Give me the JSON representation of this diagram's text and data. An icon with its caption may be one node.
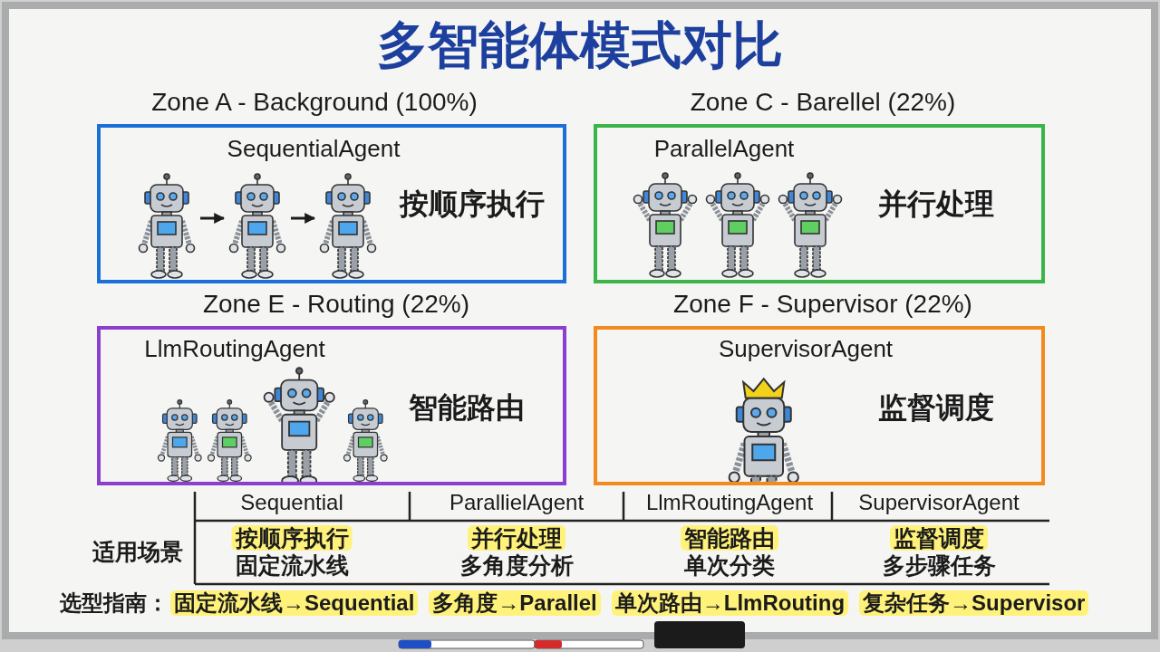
{
  "diagram": {
    "title": "多智能体模式对比",
    "nodes": [
      {
        "text": [
          "Zone A - Background (100%)",
          "SequentialAgent",
          "按顺序执行"
        ]
      },
      {
        "text": [],
        "shape": "picture",
        "in": 0
      },
      {
        "text": [],
        "shape": "picture",
        "in": 0
      },
      {
        "text": [],
        "shape": "picture",
        "in": 0
      },
      {
        "text": [
          "Zone C - Barellel (22%)",
          "ParallelAgent",
          "并行处理"
        ]
      },
      {
        "text": [
          "Zone E - Routing (22%)",
          "LlmRoutingAgent",
          "智能路由"
        ]
      },
      {
        "text": [
          "Zone F - Supervisor (22%)",
          "SupervisorAgent",
          "监督调度"
        ]
      }
    ],
    "edges": [
      {
        "from": 1,
        "to": 2,
        "arrow": "to"
      },
      {
        "from": 2,
        "to": 3,
        "arrow": "to"
      }
    ],
    "labels": [
      "Sequential",
      "ParallielAgent",
      "LlmRoutingAgent",
      "SupervisorAgent",
      "适用场景",
      "按顺序执行",
      "并行处理",
      "智能路由",
      "监督调度",
      "固定流水线",
      "多角度分析",
      "单次分类",
      "多步骤任务",
      "选型指南：",
      "固定流水线→Sequential",
      "多角度→Parallel",
      "单次路由→LlmRouting",
      "复杂任务→Supervisor"
    ]
  }
}
